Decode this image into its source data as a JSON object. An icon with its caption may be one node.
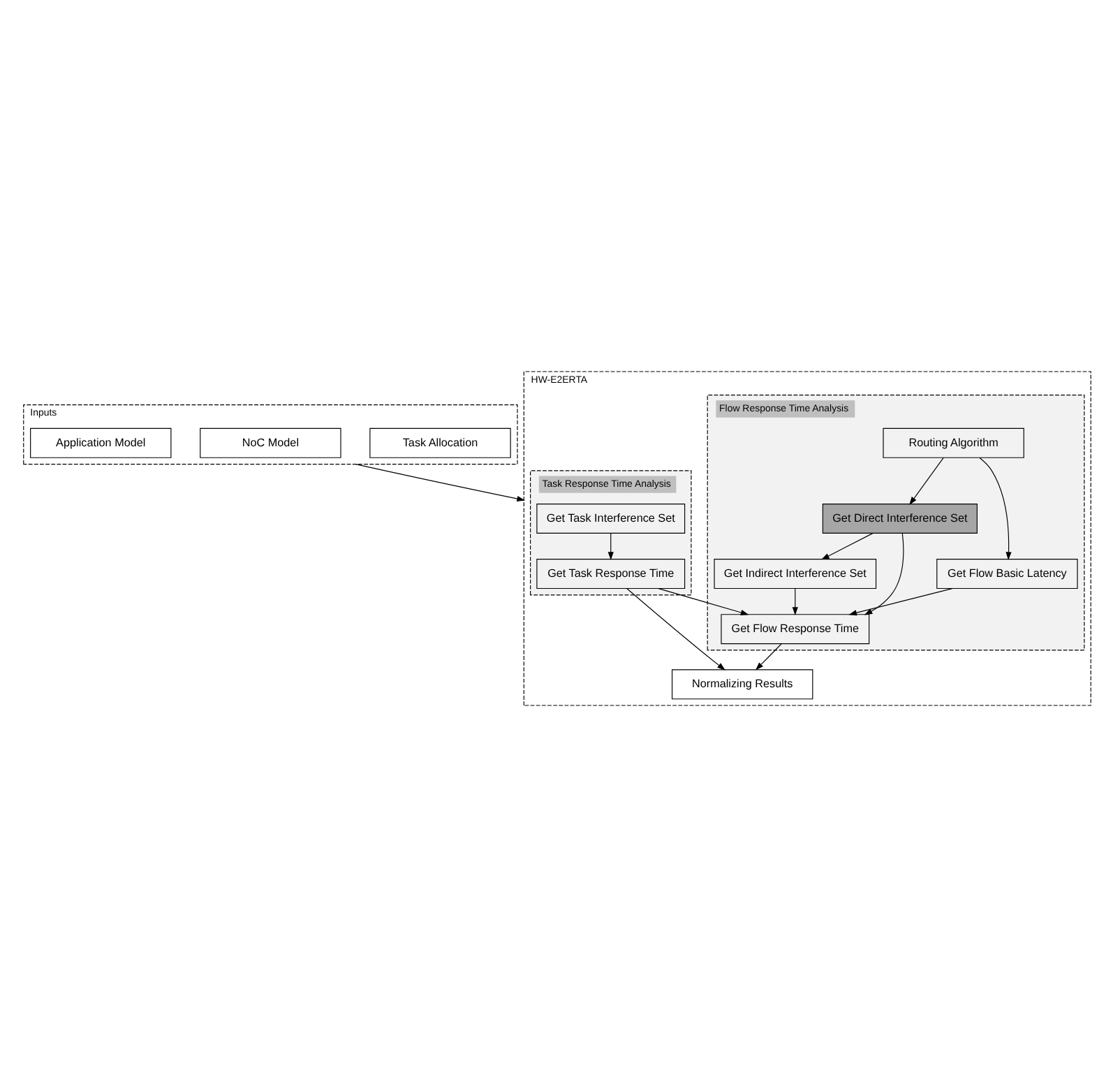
{
  "diagram": {
    "nodes": [
      {
        "text": [
          "Inputs"
        ]
      },
      {
        "text": [
          "Task Allocation"
        ],
        "in": 0
      },
      {
        "text": [
          "NoC Model"
        ],
        "in": 0
      },
      {
        "text": [
          "Application Model"
        ],
        "in": 0
      },
      {
        "text": [
          "HW-E2ERTA"
        ]
      },
      {
        "text": [
          "Task Response Time Analysis"
        ],
        "in": 4
      },
      {
        "text": [
          "Get Task Interference Set"
        ],
        "in": 5
      },
      {
        "text": [
          "Get Task Response Time"
        ],
        "in": 5
      },
      {
        "text": [
          "Flow Response Time Analysis"
        ],
        "in": 4
      },
      {
        "text": [
          "Routing Algorithm"
        ],
        "in": 8
      },
      {
        "text": [
          "Get Direct Interference Set"
        ],
        "in": 8
      },
      {
        "text": [
          "Get Flow Basic Latency"
        ],
        "in": 8
      },
      {
        "text": [
          "Get Indirect Interference Set"
        ],
        "in": 8
      },
      {
        "text": [
          "Get Flow Response Time"
        ],
        "in": 8
      },
      {
        "text": [
          "Normalizing Results"
        ],
        "in": 4
      }
    ],
    "edges": [
      {
        "from": 0,
        "to": 4,
        "arrow": "to"
      },
      {
        "from": 6,
        "to": 7,
        "arrow": "to"
      },
      {
        "from": 9,
        "to": 10,
        "arrow": "to"
      },
      {
        "from": 9,
        "to": 11,
        "arrow": "to"
      },
      {
        "from": 10,
        "to": 12,
        "arrow": "to"
      },
      {
        "from": 10,
        "to": 13,
        "arrow": "to"
      },
      {
        "from": 12,
        "to": 13,
        "arrow": "to"
      },
      {
        "from": 11,
        "to": 13,
        "arrow": "to"
      },
      {
        "from": 7,
        "to": 13,
        "arrow": "to"
      },
      {
        "from": 7,
        "to": 14,
        "arrow": "to"
      },
      {
        "from": 13,
        "to": 14,
        "arrow": "to"
      }
    ]
  }
}
